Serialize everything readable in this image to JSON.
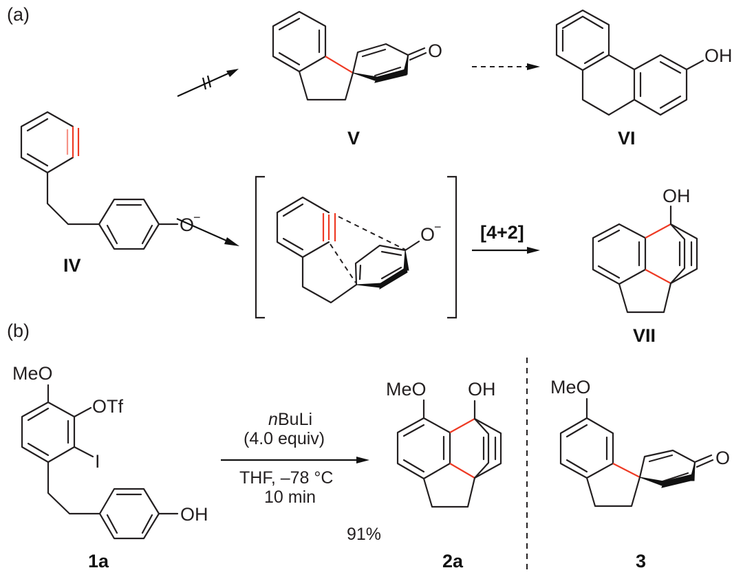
{
  "panels": {
    "a": "(a)",
    "b": "(b)"
  },
  "compounds": {
    "IV": {
      "label": "IV",
      "substituent": "O",
      "charge": "−"
    },
    "V": {
      "label": "V",
      "substituent": "O"
    },
    "VI": {
      "label": "VI",
      "substituent": "OH"
    },
    "intermediate": {
      "substituent": "O",
      "charge": "−"
    },
    "VII": {
      "label": "VII",
      "substituent": "OH"
    },
    "1a": {
      "label": "1a",
      "substituents": {
        "methoxy": "MeO",
        "triflate": "OTf",
        "iodo": "I",
        "hydroxy": "OH"
      }
    },
    "2a": {
      "label": "2a",
      "substituents": {
        "methoxy": "MeO",
        "hydroxy": "OH"
      }
    },
    "3": {
      "label": "3",
      "substituents": {
        "methoxy": "MeO",
        "carbonyl": "O"
      }
    }
  },
  "arrows": {
    "blocked": "IV to V (not observed)",
    "hypothetical": "V to VI (dashed)",
    "cyclization_label": "[4+2]"
  },
  "conditions": {
    "reagent_prefix": "n",
    "reagent": "BuLi",
    "equiv": "(4.0 equiv)",
    "solvent_temp": "THF, –78 °C",
    "time": "10 min",
    "yield": "91%"
  },
  "colors": {
    "highlight_bond": "#ee3a24",
    "ink": "#231f20"
  }
}
